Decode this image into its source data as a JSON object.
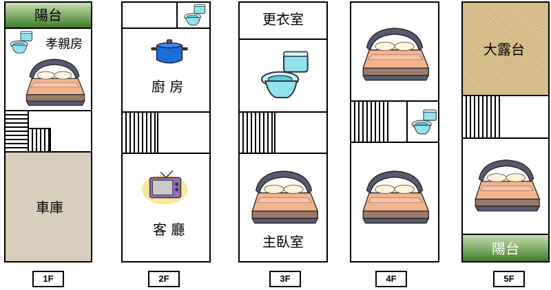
{
  "floors": [
    {
      "tag": "1F",
      "rooms": {
        "balcony": "陽台",
        "elder_room": "孝親房",
        "garage": "車庫"
      }
    },
    {
      "tag": "2F",
      "rooms": {
        "kitchen": "廚 房",
        "living": "客 廳"
      }
    },
    {
      "tag": "3F",
      "rooms": {
        "dressing": "更衣室",
        "master": "主臥室"
      }
    },
    {
      "tag": "4F",
      "rooms": {}
    },
    {
      "tag": "5F",
      "rooms": {
        "big_terrace": "大露台",
        "balcony": "陽台"
      }
    }
  ],
  "icons": {
    "bed": "bed-icon",
    "toilet": "toilet-icon",
    "pot": "cooking-pot-icon",
    "tv": "television-icon",
    "stairs": "stairs-icon"
  },
  "colors": {
    "balcony_green": "#3f7d2a",
    "terrace_wood": "#d8bf87",
    "garage_fabric": "#ded3bf",
    "bed_frame": "#5a5a6e",
    "bed_sheet": "#f2b48c",
    "toilet": "#8fe3ee",
    "pot": "#1b6fd6"
  }
}
